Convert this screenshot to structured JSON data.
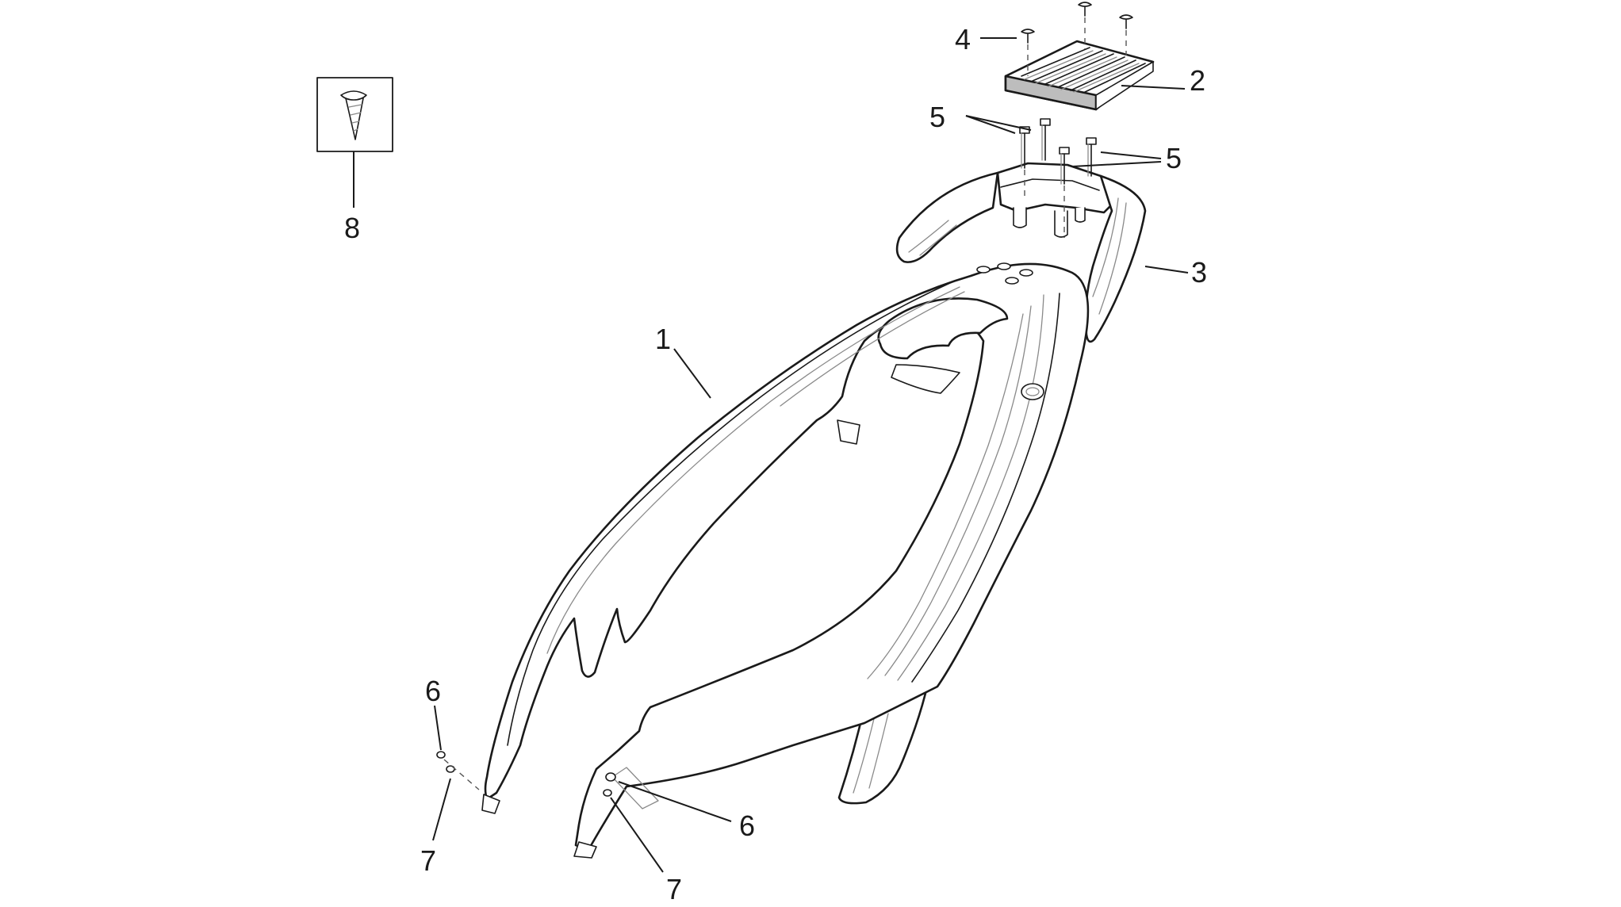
{
  "callouts": {
    "c1": "1",
    "c2": "2",
    "c3": "3",
    "c4": "4",
    "c5a": "5",
    "c5b": "5",
    "c6a": "6",
    "c6b": "6",
    "c7a": "7",
    "c7b": "7",
    "c8": "8"
  },
  "colors": {
    "line": "#1a1a1a",
    "background": "#ffffff"
  }
}
